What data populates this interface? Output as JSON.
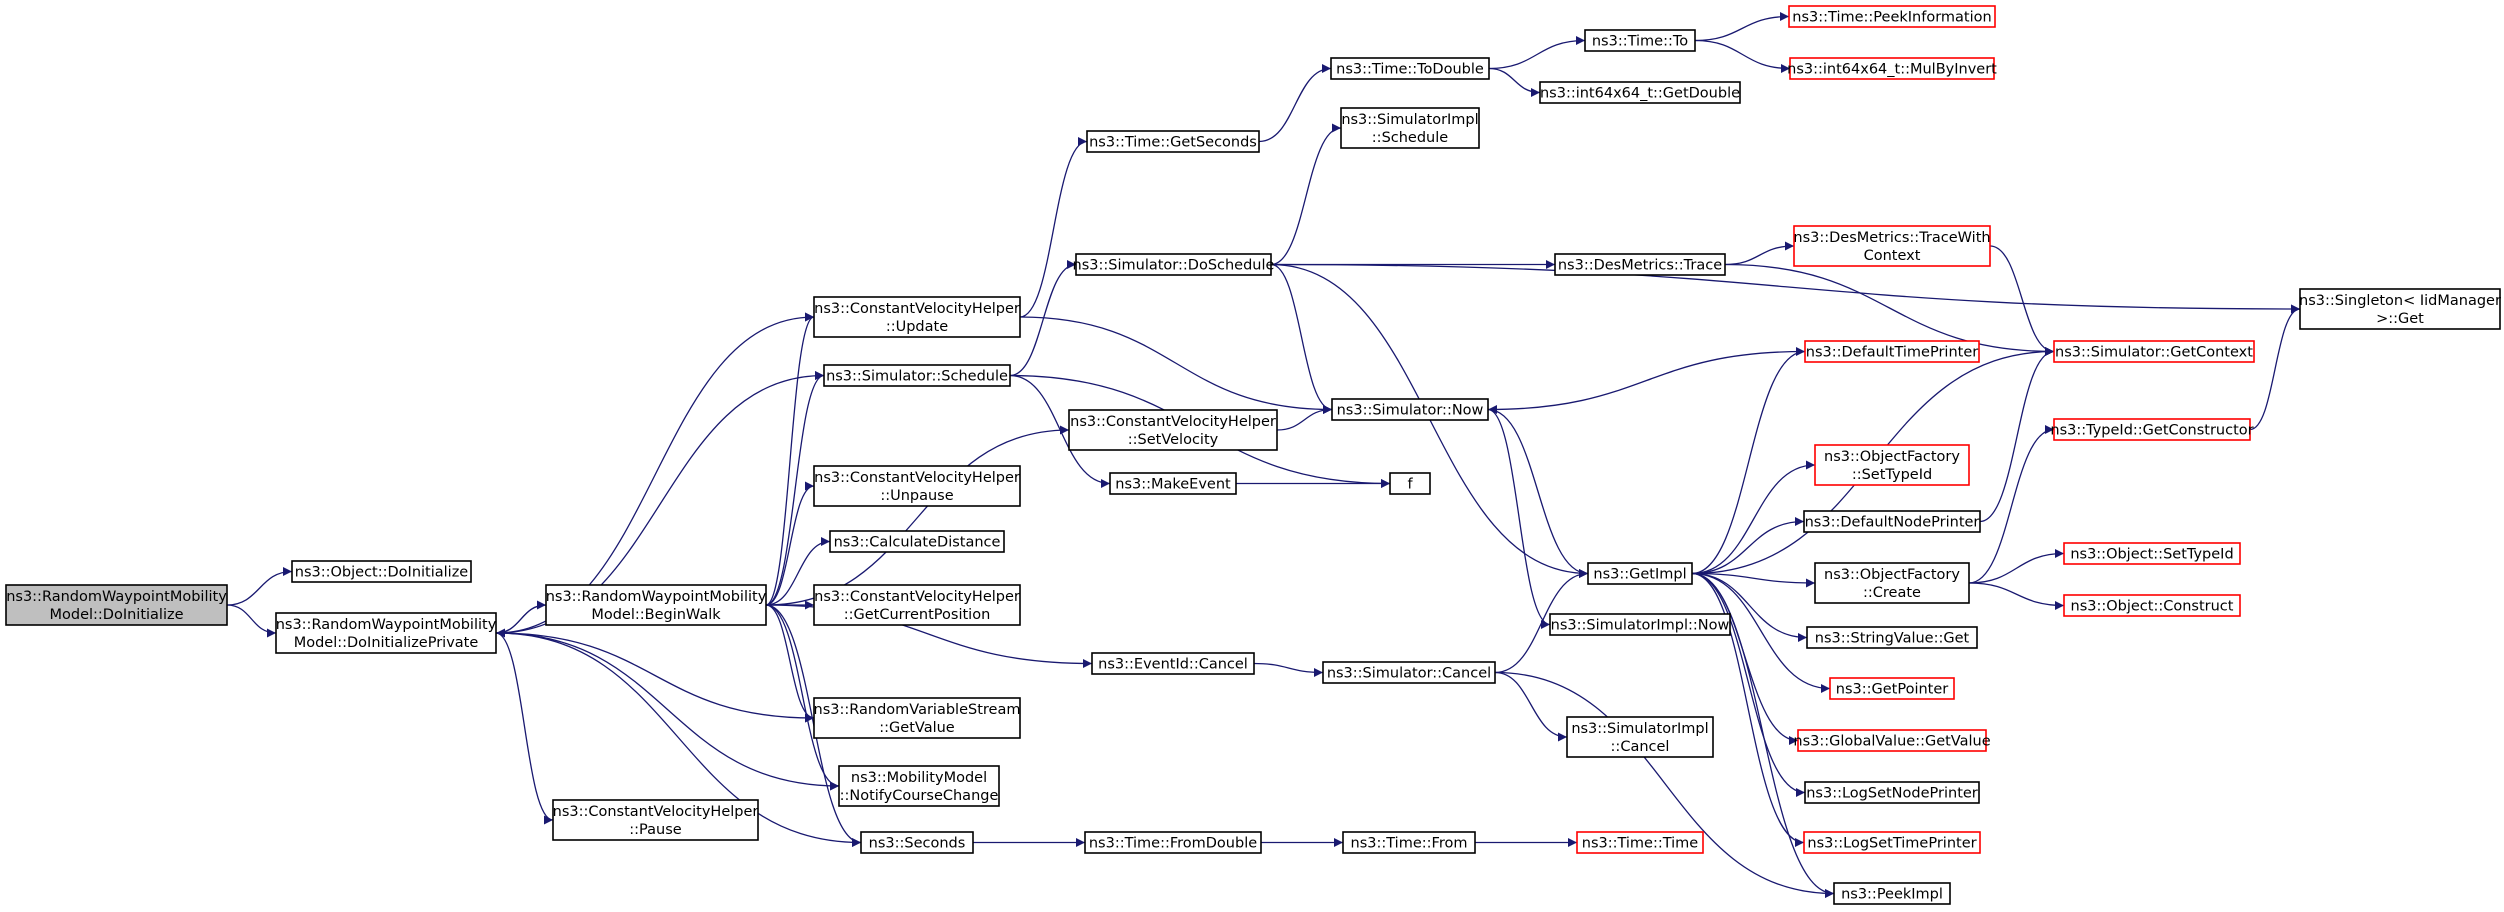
{
  "diagram_type": "call-graph",
  "colors": {
    "edge": "#191970",
    "node_border": "#000000",
    "truncated_border": "#ff0000",
    "root_fill": "#bfbfbf",
    "node_fill": "#ffffff"
  },
  "nodes": [
    {
      "id": "root",
      "lines": [
        "ns3::RandomWaypointMobility",
        "Model::DoInitialize"
      ],
      "style": "root"
    },
    {
      "id": "objdoinit",
      "lines": [
        "ns3::Object::DoInitialize"
      ],
      "style": "normal"
    },
    {
      "id": "doinitpriv",
      "lines": [
        "ns3::RandomWaypointMobility",
        "Model::DoInitializePrivate"
      ],
      "style": "normal"
    },
    {
      "id": "beginwalk",
      "lines": [
        "ns3::RandomWaypointMobility",
        "Model::BeginWalk"
      ],
      "style": "normal"
    },
    {
      "id": "cvhpause",
      "lines": [
        "ns3::ConstantVelocityHelper",
        "::Pause"
      ],
      "style": "normal"
    },
    {
      "id": "cvhupdate",
      "lines": [
        "ns3::ConstantVelocityHelper",
        "::Update"
      ],
      "style": "normal"
    },
    {
      "id": "simschedule",
      "lines": [
        "ns3::Simulator::Schedule"
      ],
      "style": "normal"
    },
    {
      "id": "cvhunpause",
      "lines": [
        "ns3::ConstantVelocityHelper",
        "::Unpause"
      ],
      "style": "normal"
    },
    {
      "id": "calcdist",
      "lines": [
        "ns3::CalculateDistance"
      ],
      "style": "normal"
    },
    {
      "id": "cvhgetpos",
      "lines": [
        "ns3::ConstantVelocityHelper",
        "::GetCurrentPosition"
      ],
      "style": "normal"
    },
    {
      "id": "rvsget",
      "lines": [
        "ns3::RandomVariableStream",
        "::GetValue"
      ],
      "style": "normal"
    },
    {
      "id": "mmnotify",
      "lines": [
        "ns3::MobilityModel",
        "::NotifyCourseChange"
      ],
      "style": "normal"
    },
    {
      "id": "seconds",
      "lines": [
        "ns3::Seconds"
      ],
      "style": "normal"
    },
    {
      "id": "timegetsec",
      "lines": [
        "ns3::Time::GetSeconds"
      ],
      "style": "normal"
    },
    {
      "id": "simdosched",
      "lines": [
        "ns3::Simulator::DoSchedule"
      ],
      "style": "normal"
    },
    {
      "id": "cvhsetvel",
      "lines": [
        "ns3::ConstantVelocityHelper",
        "::SetVelocity"
      ],
      "style": "normal"
    },
    {
      "id": "makeevent",
      "lines": [
        "ns3::MakeEvent"
      ],
      "style": "normal"
    },
    {
      "id": "eventcancel",
      "lines": [
        "ns3::EventId::Cancel"
      ],
      "style": "normal"
    },
    {
      "id": "timefromdbl",
      "lines": [
        "ns3::Time::FromDouble"
      ],
      "style": "normal"
    },
    {
      "id": "timetodbl",
      "lines": [
        "ns3::Time::ToDouble"
      ],
      "style": "normal"
    },
    {
      "id": "simimplsched",
      "lines": [
        "ns3::SimulatorImpl",
        "::Schedule"
      ],
      "style": "normal"
    },
    {
      "id": "simnow",
      "lines": [
        "ns3::Simulator::Now"
      ],
      "style": "normal"
    },
    {
      "id": "f",
      "lines": [
        "f"
      ],
      "style": "normal"
    },
    {
      "id": "simcancel",
      "lines": [
        "ns3::Simulator::Cancel"
      ],
      "style": "normal"
    },
    {
      "id": "timefrom",
      "lines": [
        "ns3::Time::From"
      ],
      "style": "normal"
    },
    {
      "id": "timeto",
      "lines": [
        "ns3::Time::To"
      ],
      "style": "normal"
    },
    {
      "id": "int64getdbl",
      "lines": [
        "ns3::int64x64_t::GetDouble"
      ],
      "style": "normal"
    },
    {
      "id": "desmtrace",
      "lines": [
        "ns3::DesMetrics::Trace"
      ],
      "style": "normal"
    },
    {
      "id": "getimpl",
      "lines": [
        "ns3::GetImpl"
      ],
      "style": "normal"
    },
    {
      "id": "simimplnow",
      "lines": [
        "ns3::SimulatorImpl::Now"
      ],
      "style": "normal"
    },
    {
      "id": "simimplcancel",
      "lines": [
        "ns3::SimulatorImpl",
        "::Cancel"
      ],
      "style": "normal"
    },
    {
      "id": "timepeek",
      "lines": [
        "ns3::Time::PeekInformation"
      ],
      "style": "truncated"
    },
    {
      "id": "mulbyinv",
      "lines": [
        "ns3::int64x64_t::MulByInvert"
      ],
      "style": "truncated"
    },
    {
      "id": "desmtracectx",
      "lines": [
        "ns3::DesMetrics::TraceWith",
        "Context"
      ],
      "style": "truncated"
    },
    {
      "id": "deftimeprinter",
      "lines": [
        "ns3::DefaultTimePrinter"
      ],
      "style": "truncated"
    },
    {
      "id": "objfsettype",
      "lines": [
        "ns3::ObjectFactory",
        "::SetTypeId"
      ],
      "style": "truncated"
    },
    {
      "id": "defnodeprinter",
      "lines": [
        "ns3::DefaultNodePrinter"
      ],
      "style": "normal"
    },
    {
      "id": "objfcreate",
      "lines": [
        "ns3::ObjectFactory",
        "::Create"
      ],
      "style": "normal"
    },
    {
      "id": "strvalget",
      "lines": [
        "ns3::StringValue::Get"
      ],
      "style": "normal"
    },
    {
      "id": "getpointer",
      "lines": [
        "ns3::GetPointer"
      ],
      "style": "truncated"
    },
    {
      "id": "globalval",
      "lines": [
        "ns3::GlobalValue::GetValue"
      ],
      "style": "truncated"
    },
    {
      "id": "logsetnode",
      "lines": [
        "ns3::LogSetNodePrinter"
      ],
      "style": "normal"
    },
    {
      "id": "logsettime",
      "lines": [
        "ns3::LogSetTimePrinter"
      ],
      "style": "truncated"
    },
    {
      "id": "peekimpl",
      "lines": [
        "ns3::PeekImpl"
      ],
      "style": "normal"
    },
    {
      "id": "timetime",
      "lines": [
        "ns3::Time::Time"
      ],
      "style": "truncated"
    },
    {
      "id": "simgetctx",
      "lines": [
        "ns3::Simulator::GetContext"
      ],
      "style": "truncated"
    },
    {
      "id": "typeidgetctor",
      "lines": [
        "ns3::TypeId::GetConstructor"
      ],
      "style": "truncated"
    },
    {
      "id": "objsettype",
      "lines": [
        "ns3::Object::SetTypeId"
      ],
      "style": "truncated"
    },
    {
      "id": "objconstruct",
      "lines": [
        "ns3::Object::Construct"
      ],
      "style": "truncated"
    },
    {
      "id": "singleton",
      "lines": [
        "ns3::Singleton< IidManager",
        ">::Get"
      ],
      "style": "normal"
    }
  ],
  "edges": [
    [
      "root",
      "objdoinit"
    ],
    [
      "root",
      "doinitpriv"
    ],
    [
      "doinitpriv",
      "beginwalk"
    ],
    [
      "doinitpriv",
      "cvhpause"
    ],
    [
      "doinitpriv",
      "cvhupdate"
    ],
    [
      "doinitpriv",
      "simschedule"
    ],
    [
      "doinitpriv",
      "rvsget"
    ],
    [
      "doinitpriv",
      "mmnotify"
    ],
    [
      "doinitpriv",
      "seconds"
    ],
    [
      "beginwalk",
      "doinitpriv"
    ],
    [
      "beginwalk",
      "cvhupdate"
    ],
    [
      "beginwalk",
      "simschedule"
    ],
    [
      "beginwalk",
      "cvhsetvel"
    ],
    [
      "beginwalk",
      "cvhunpause"
    ],
    [
      "beginwalk",
      "calcdist"
    ],
    [
      "beginwalk",
      "cvhgetpos"
    ],
    [
      "beginwalk",
      "rvsget"
    ],
    [
      "beginwalk",
      "mmnotify"
    ],
    [
      "beginwalk",
      "seconds"
    ],
    [
      "beginwalk",
      "eventcancel"
    ],
    [
      "cvhupdate",
      "timegetsec"
    ],
    [
      "cvhupdate",
      "simnow"
    ],
    [
      "simschedule",
      "simdosched"
    ],
    [
      "simschedule",
      "makeevent"
    ],
    [
      "simschedule",
      "f"
    ],
    [
      "seconds",
      "timefromdbl"
    ],
    [
      "timegetsec",
      "timetodbl"
    ],
    [
      "simdosched",
      "simimplsched"
    ],
    [
      "simdosched",
      "desmtrace"
    ],
    [
      "simdosched",
      "simnow"
    ],
    [
      "simdosched",
      "getimpl"
    ],
    [
      "simdosched",
      "singleton"
    ],
    [
      "cvhsetvel",
      "simnow"
    ],
    [
      "makeevent",
      "f"
    ],
    [
      "eventcancel",
      "simcancel"
    ],
    [
      "timefromdbl",
      "timefrom"
    ],
    [
      "timetodbl",
      "timeto"
    ],
    [
      "timetodbl",
      "int64getdbl"
    ],
    [
      "simnow",
      "getimpl"
    ],
    [
      "simnow",
      "simimplnow"
    ],
    [
      "simcancel",
      "getimpl"
    ],
    [
      "simcancel",
      "simimplcancel"
    ],
    [
      "simcancel",
      "peekimpl"
    ],
    [
      "timefrom",
      "timetime"
    ],
    [
      "timeto",
      "timepeek"
    ],
    [
      "timeto",
      "mulbyinv"
    ],
    [
      "desmtrace",
      "desmtracectx"
    ],
    [
      "desmtrace",
      "simgetctx"
    ],
    [
      "desmtracectx",
      "simgetctx"
    ],
    [
      "deftimeprinter",
      "simnow"
    ],
    [
      "getimpl",
      "deftimeprinter"
    ],
    [
      "getimpl",
      "simgetctx"
    ],
    [
      "getimpl",
      "objfsettype"
    ],
    [
      "getimpl",
      "defnodeprinter"
    ],
    [
      "getimpl",
      "objfcreate"
    ],
    [
      "getimpl",
      "strvalget"
    ],
    [
      "getimpl",
      "getpointer"
    ],
    [
      "getimpl",
      "globalval"
    ],
    [
      "getimpl",
      "logsetnode"
    ],
    [
      "getimpl",
      "logsettime"
    ],
    [
      "getimpl",
      "peekimpl"
    ],
    [
      "defnodeprinter",
      "simgetctx"
    ],
    [
      "objfcreate",
      "typeidgetctor"
    ],
    [
      "objfcreate",
      "objsettype"
    ],
    [
      "objfcreate",
      "objconstruct"
    ],
    [
      "typeidgetctor",
      "singleton"
    ]
  ]
}
